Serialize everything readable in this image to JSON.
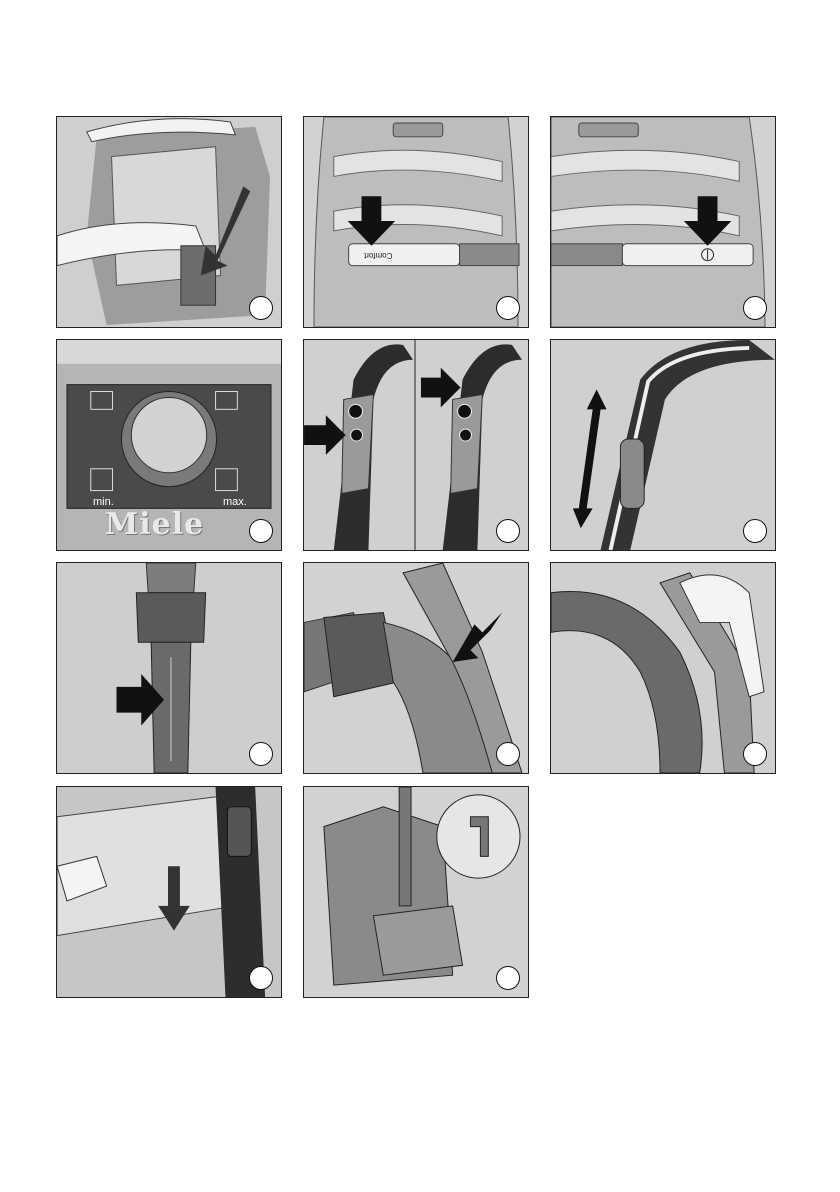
{
  "panels": [
    {
      "id": 1,
      "subject": "bag-compartment"
    },
    {
      "id": 2,
      "subject": "comfort-button"
    },
    {
      "id": 3,
      "subject": "power-button"
    },
    {
      "id": 4,
      "subject": "suction-dial",
      "labels": {
        "brand": "Miele",
        "min": "min.",
        "max": "max."
      }
    },
    {
      "id": 5,
      "subject": "handle-controls"
    },
    {
      "id": 6,
      "subject": "handle-slider"
    },
    {
      "id": 7,
      "subject": "telescopic-tube"
    },
    {
      "id": 8,
      "subject": "hose-connector"
    },
    {
      "id": 9,
      "subject": "hose-grip"
    },
    {
      "id": 10,
      "subject": "floorhead-parking"
    },
    {
      "id": 11,
      "subject": "upright-storage"
    }
  ],
  "texts": {
    "comfort": "Comfort"
  },
  "colors": {
    "arrow": "#111111",
    "panel_bg": "#c9c9c9",
    "body_shade": "#8a8a8a"
  }
}
